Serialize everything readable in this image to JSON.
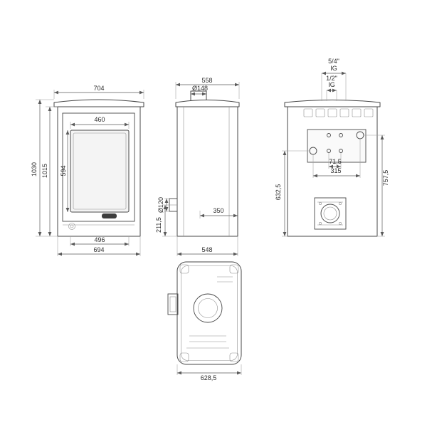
{
  "page": {
    "background": "#ffffff",
    "line_color": "#474747",
    "dimension_color": "#5a5a5a"
  },
  "drawing": {
    "front_view": {
      "width_top": "704",
      "door_width": "460",
      "glass_height": "594",
      "height_total": "1030",
      "height_body": "1015",
      "base_width": "496",
      "width_bottom": "694"
    },
    "side_view": {
      "depth_top": "558",
      "flue_diameter": "Ø148",
      "rear_outlet_diameter": "Ø120",
      "rear_outlet_depth": "350",
      "rear_outlet_height": "211,5",
      "depth_bottom": "548"
    },
    "rear_view": {
      "boiler_conn_size": "5/4\"",
      "boiler_conn_thread": "IG",
      "sensor_conn_size": "1/2\"",
      "sensor_conn_thread": "IG",
      "conn_spacing_small": "71,5",
      "conn_spacing_large": "315",
      "height_lower_conn": "632,5",
      "height_upper_conn": "757,5"
    },
    "bottom_view": {
      "depth_overall": "628,5"
    }
  }
}
